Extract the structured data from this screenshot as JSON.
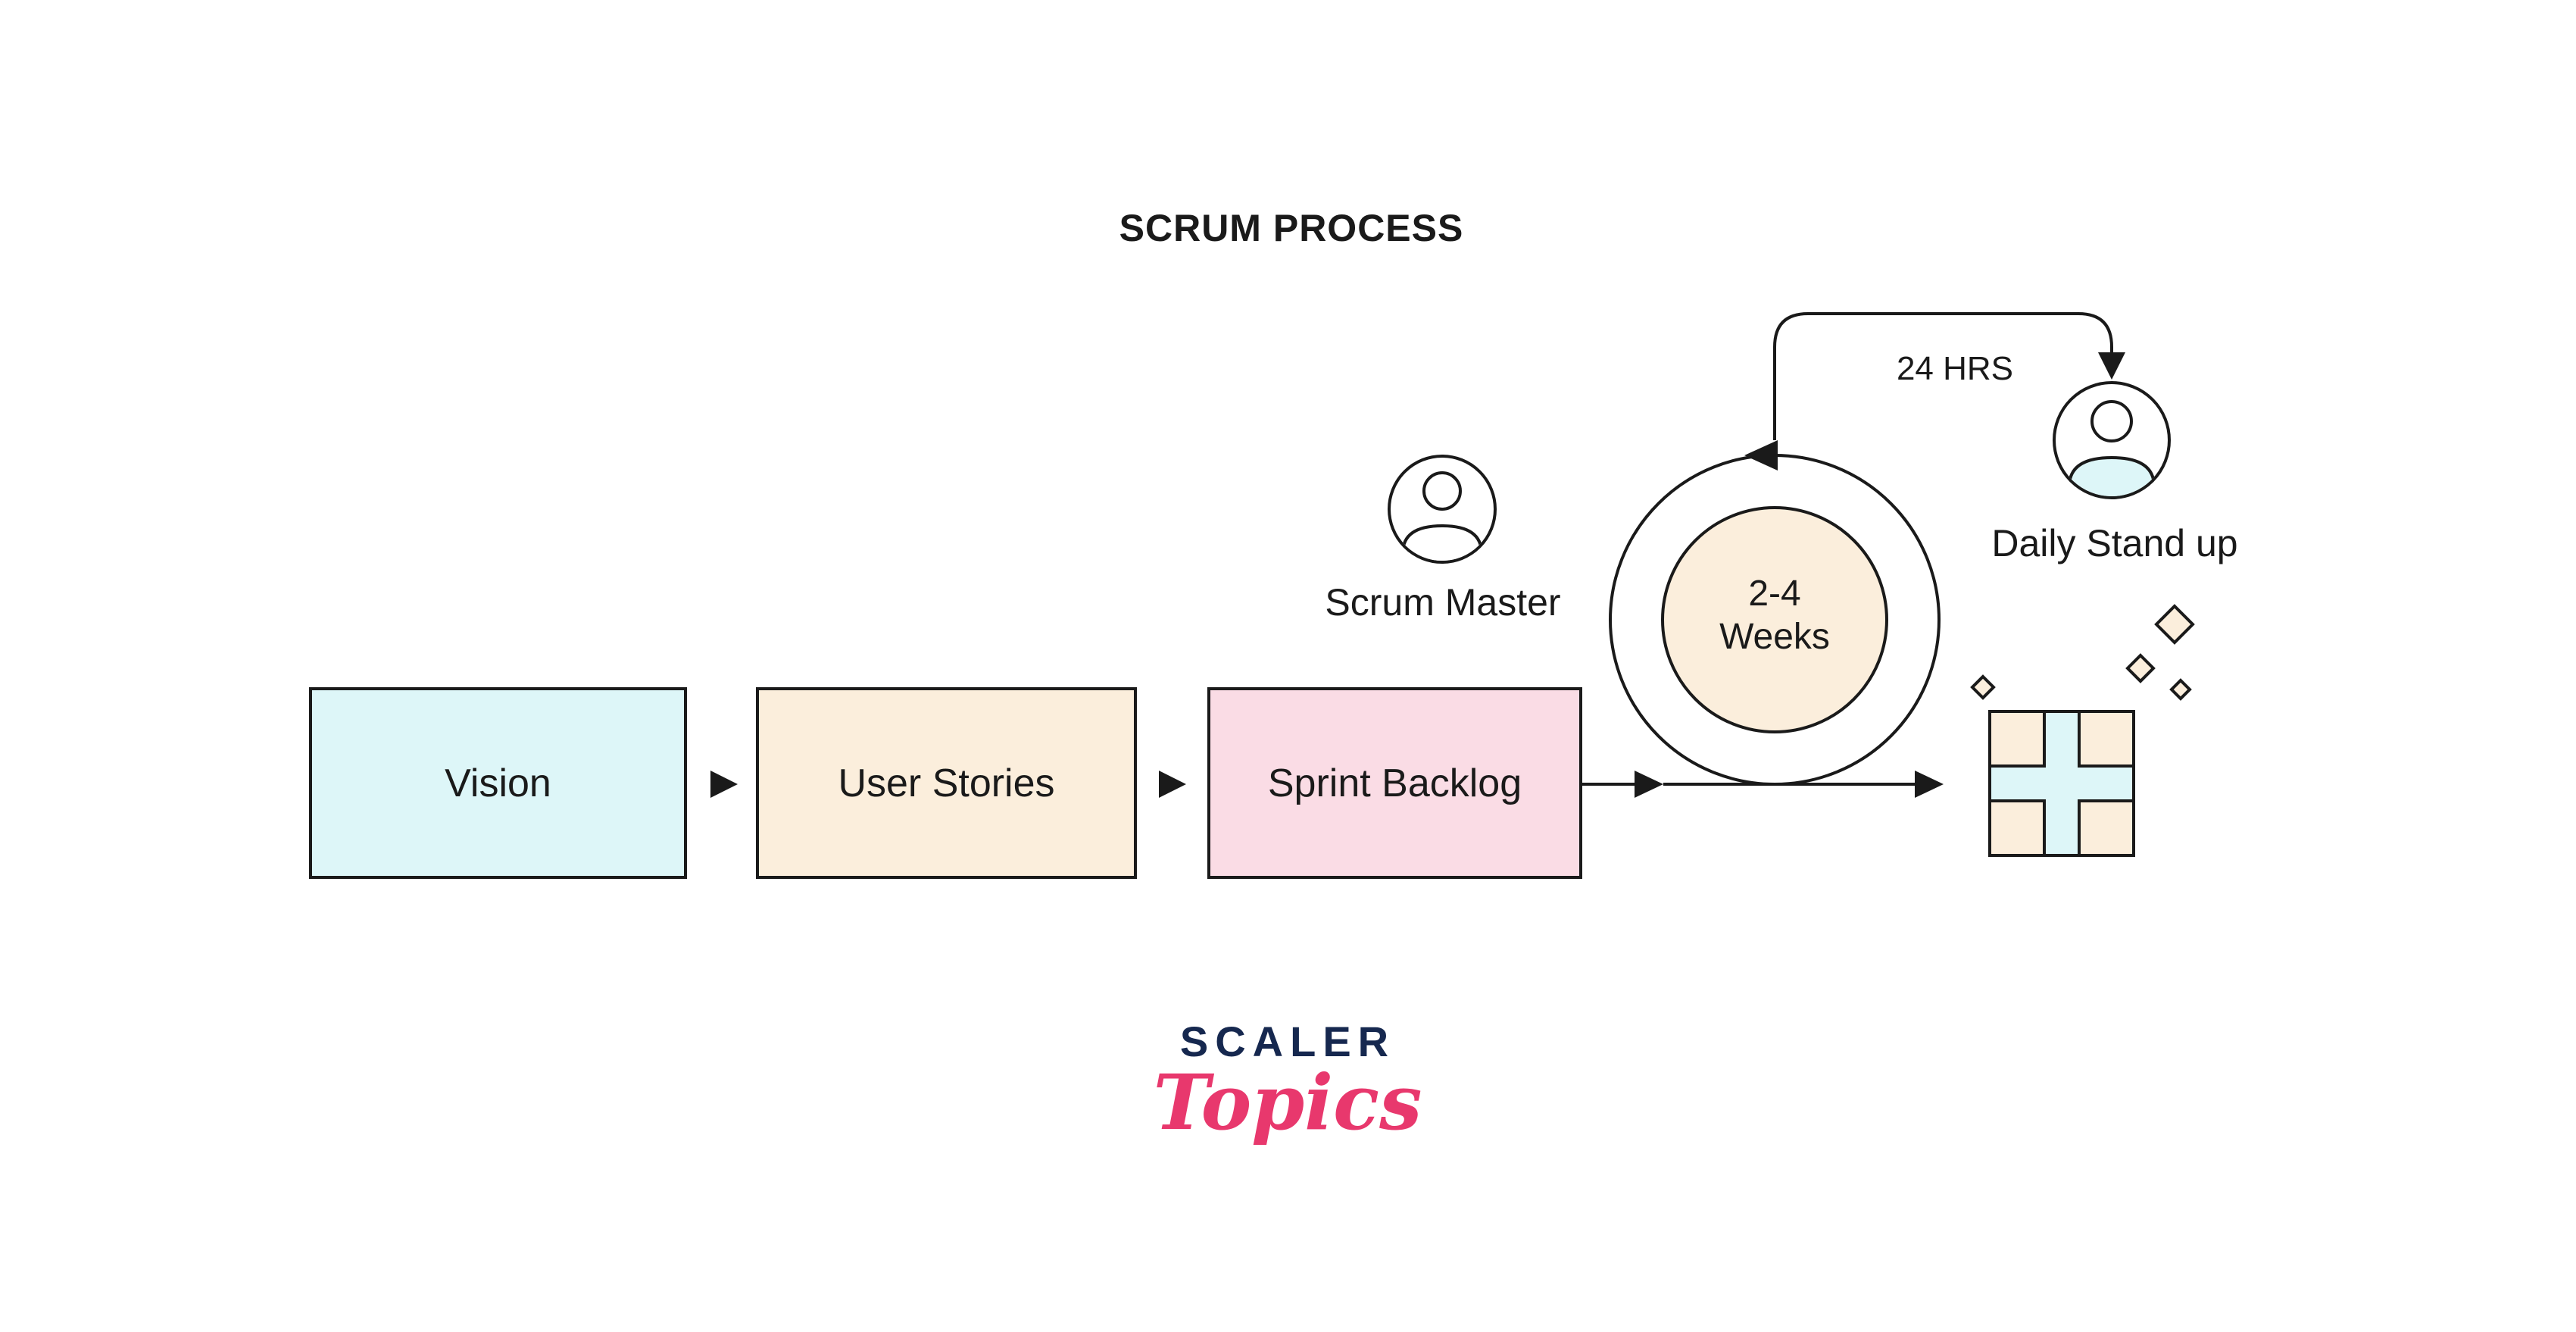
{
  "title": "SCRUM PROCESS",
  "flow": {
    "boxes": [
      {
        "label": "Vision",
        "fill": "#DDF6F8"
      },
      {
        "label": "User Stories",
        "fill": "#FBEEDC"
      },
      {
        "label": "Sprint Backlog",
        "fill": "#FADCE5"
      }
    ]
  },
  "scrum_master": {
    "label": "Scrum Master"
  },
  "sprint_loop": {
    "duration_line1": "2-4",
    "duration_line2": "Weeks",
    "cycle_label": "24 HRS",
    "circle_fill": "#FBEEDC"
  },
  "daily_standup": {
    "label": "Daily Stand up"
  },
  "icons": {
    "scrum_master": "person-avatar-icon",
    "daily_standup": "person-avatar-icon",
    "increment": "product-increment-icon",
    "increment_square_fill": "#FBEEDC",
    "increment_cross_fill": "#DDF6F8"
  },
  "logo": {
    "brand": "SCALER",
    "word": "Topics",
    "brand_color": "#16284F",
    "word_color": "#E8386D"
  },
  "colors": {
    "stroke": "#1A1A1A",
    "background": "#FFFFFF"
  }
}
